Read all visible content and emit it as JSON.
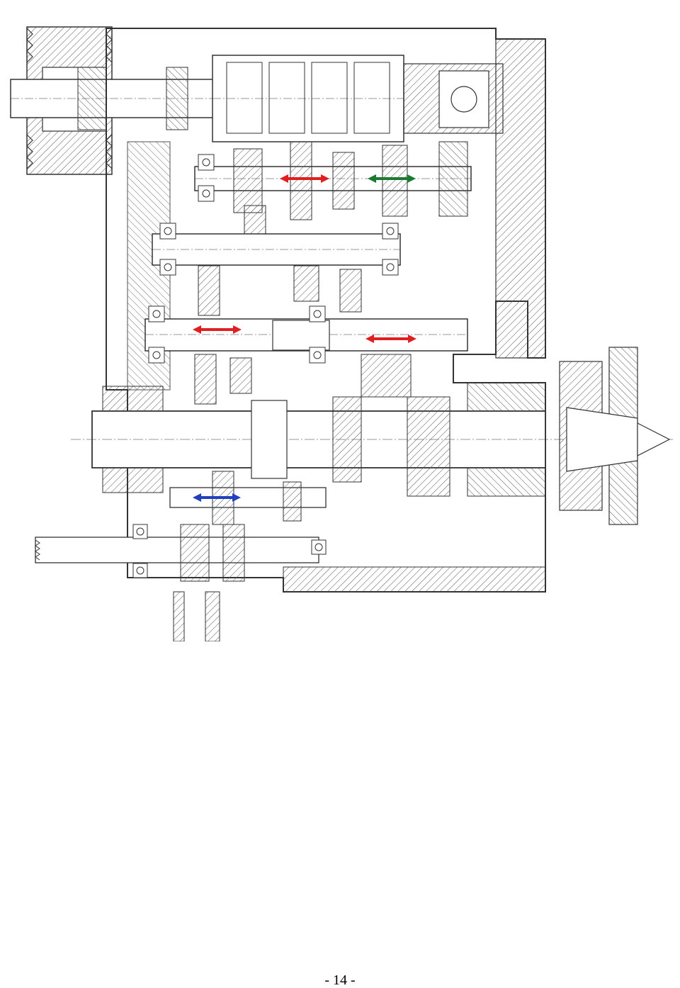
{
  "page": {
    "page_number": "- 14 -"
  },
  "drawing": {
    "line_color": "#333333",
    "hatch_color": "#555555",
    "arrows": [
      {
        "name": "shift-arrow-red-upper-left",
        "color": "#e02020"
      },
      {
        "name": "shift-arrow-green-upper-right",
        "color": "#1a7a30"
      },
      {
        "name": "shift-arrow-red-middle-left",
        "color": "#e02020"
      },
      {
        "name": "shift-arrow-red-middle-right",
        "color": "#e02020"
      },
      {
        "name": "shift-arrow-blue-lower",
        "color": "#2040c0"
      }
    ]
  }
}
